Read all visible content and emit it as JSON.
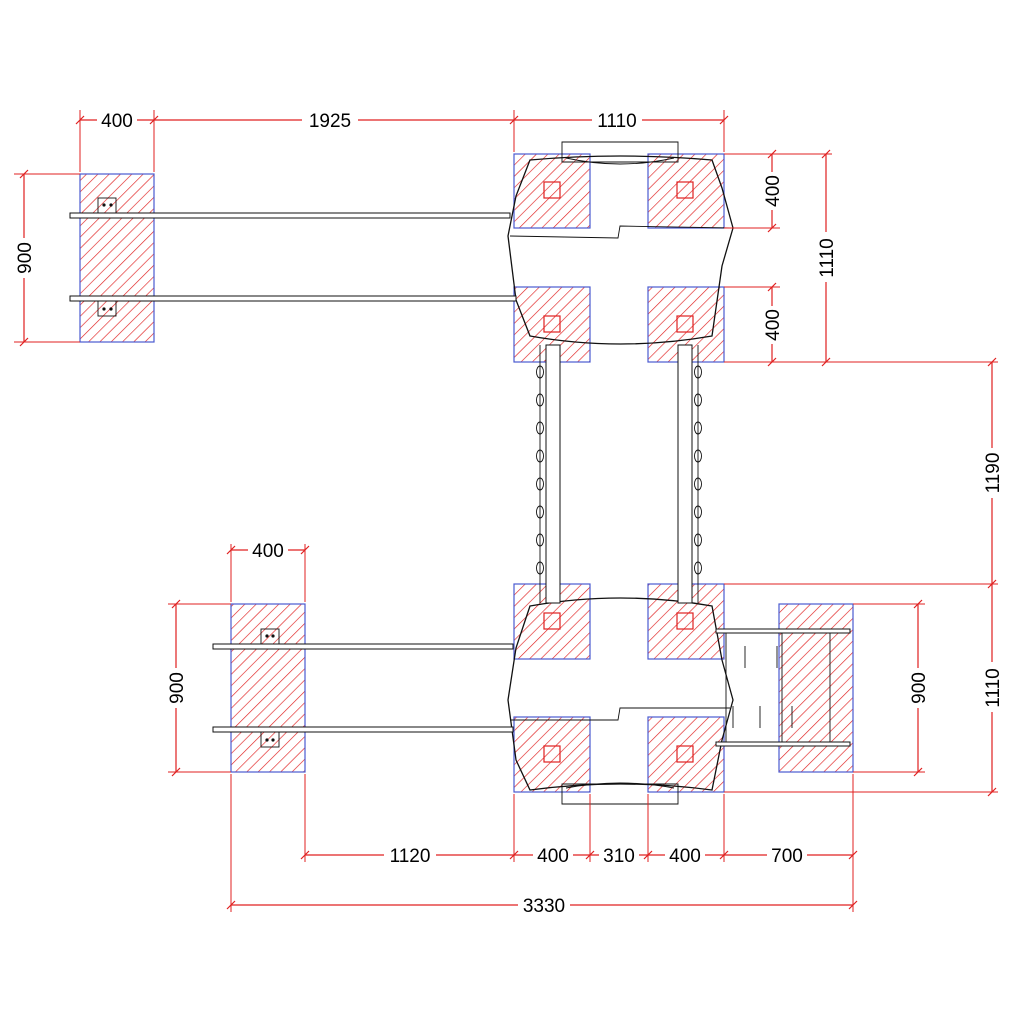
{
  "colors": {
    "dimension": "#e02020",
    "hatch": "#e02020",
    "pad_outline": "#4a5ad0",
    "equipment": "#111111",
    "background": "#ffffff"
  },
  "dimensions": {
    "top_left_width": "400",
    "top_span": "1925",
    "top_right_width": "1110",
    "left_upper_height": "900",
    "right_upper_pad_a": "400",
    "right_upper_pad_b": "400",
    "right_upper_total": "1110",
    "right_gap": "1190",
    "right_lower_total": "1110",
    "left_lower_width": "400",
    "left_lower_height": "900",
    "right_block_height": "900",
    "bottom_span": "1120",
    "bottom_pad_a": "400",
    "bottom_gap": "310",
    "bottom_pad_b": "400",
    "bottom_block_width": "700",
    "overall_width": "3330"
  }
}
